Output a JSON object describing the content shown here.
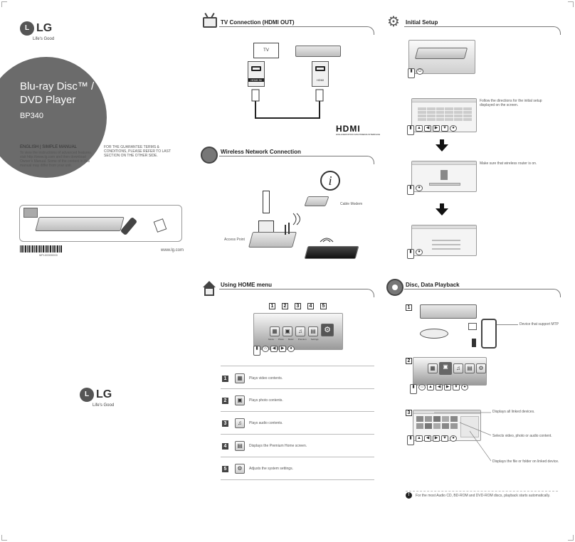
{
  "brand": {
    "logo_text": "LG",
    "tagline": "Life's Good",
    "website": "www.lg.com"
  },
  "cover": {
    "product_line1": "Blu-ray Disc™ /",
    "product_line2": "DVD Player",
    "model": "BP340",
    "language": "ENGLISH | SIMPLE MANUAL",
    "advanced_note": "To view the instructions of advanced features, visit http://www.lg.com and then download Owner's Manual. Some of the content in this manual may differ from your unit.",
    "guarantee_note": "FOR THE GUARANTEE TERMS & CONDITIONS, PLEASE REFER TO LAST SECTION ON THE OTHER SIDE.",
    "barcode_text": "MFL00000000"
  },
  "colors": {
    "circle": "#6b6b6b",
    "title": "#222222"
  },
  "tv_connection": {
    "title": "TV Connection (HDMI OUT)",
    "tv_label": "TV",
    "hdmi_in_label": "HDMI IN",
    "hdmi_label": "HDMI",
    "hdmi_logo": "HDMI",
    "hdmi_logo_sub": "HIGH-DEFINITION MULTIMEDIA INTERFACE"
  },
  "wireless": {
    "title": "Wireless Network Connection",
    "cable_modem": "Cable Modem",
    "access_point": "Access Point",
    "info_icon": "i"
  },
  "home_menu": {
    "title": "Using HOME menu",
    "numbers": [
      "1",
      "2",
      "3",
      "4",
      "5"
    ],
    "tiles": [
      "Movie",
      "Photo",
      "Music",
      "Premium",
      "Settings"
    ],
    "items": [
      {
        "num": "1",
        "icon": "film-icon",
        "text": "Plays video contents."
      },
      {
        "num": "2",
        "icon": "photo-icon",
        "text": "Plays photo contents."
      },
      {
        "num": "3",
        "icon": "music-icon",
        "text": "Plays audio contents."
      },
      {
        "num": "4",
        "icon": "premium-icon",
        "text": "Displays the Premium Home screen."
      },
      {
        "num": "5",
        "icon": "gear-icon",
        "text": "Adjusts the system settings."
      }
    ]
  },
  "initial_setup": {
    "title": "Initial Setup",
    "step2_text": "Follow the directions for the initial setup displayed on the screen.",
    "step3_text": "Make sure that wireless router is on."
  },
  "disc_playback": {
    "title": "Disc, Data Playback",
    "steps": [
      "1",
      "2",
      "3"
    ],
    "device_mtp": "Device that support MTP",
    "linked_devices": "Displays all linked devices.",
    "selects_content": "Selects video, photo or audio content.",
    "file_folder": "Displays the file or folder on linked device.",
    "note": "For the most Audio CD, BD-ROM and DVD-ROM discs, playback starts automatically."
  }
}
